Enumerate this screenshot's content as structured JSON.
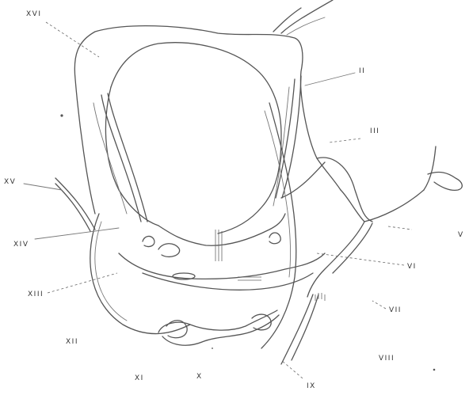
{
  "labels": {
    "xvi": "XVI",
    "ii": "II",
    "iii": "III",
    "xv": "XV",
    "v": "V",
    "xiv": "XIV",
    "vi": "VI",
    "xiii": "XIII",
    "vii": "VII",
    "xii": "XII",
    "viii": "VIII",
    "xi": "XI",
    "x": "X",
    "ix": "IX"
  },
  "colors": {
    "ink": "#555555",
    "paper": "#ffffff"
  }
}
